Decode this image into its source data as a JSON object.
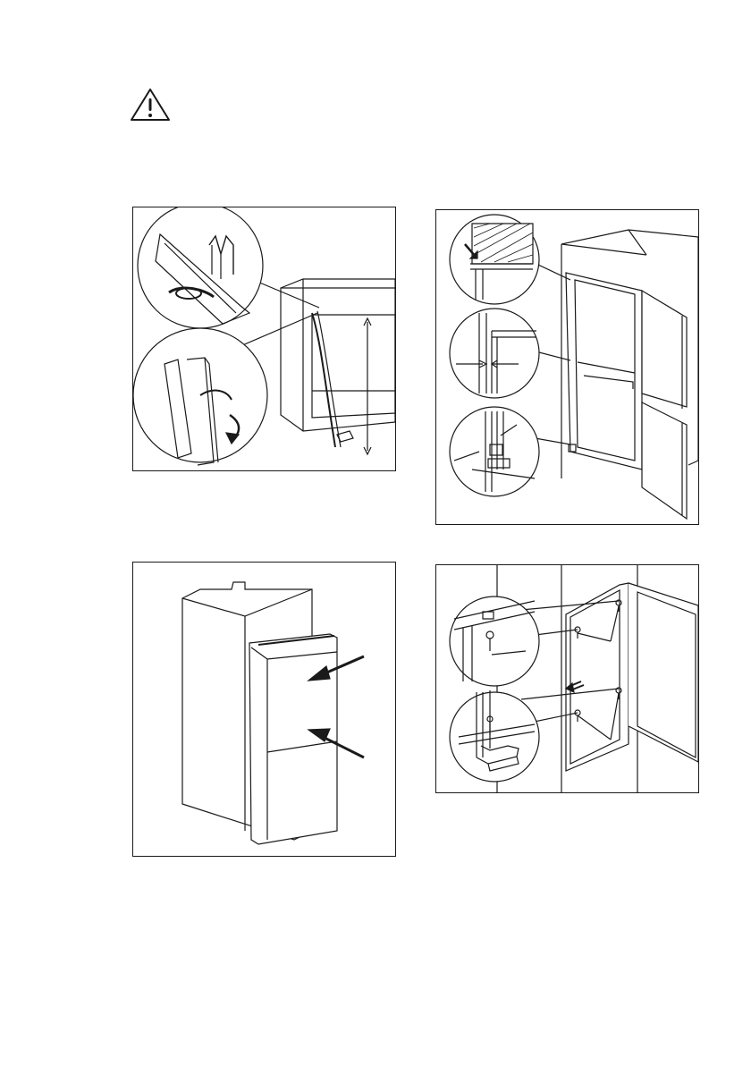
{
  "page": {
    "warning_icon": "warning-triangle-icon",
    "figures": [
      {
        "id": "fig1",
        "icon": "door-seal-trim-illustration"
      },
      {
        "id": "fig2",
        "icon": "door-gap-alignment-illustration"
      },
      {
        "id": "fig3",
        "icon": "appliance-insertion-illustration"
      },
      {
        "id": "fig4",
        "icon": "door-hinge-screw-fixing-illustration"
      }
    ]
  }
}
